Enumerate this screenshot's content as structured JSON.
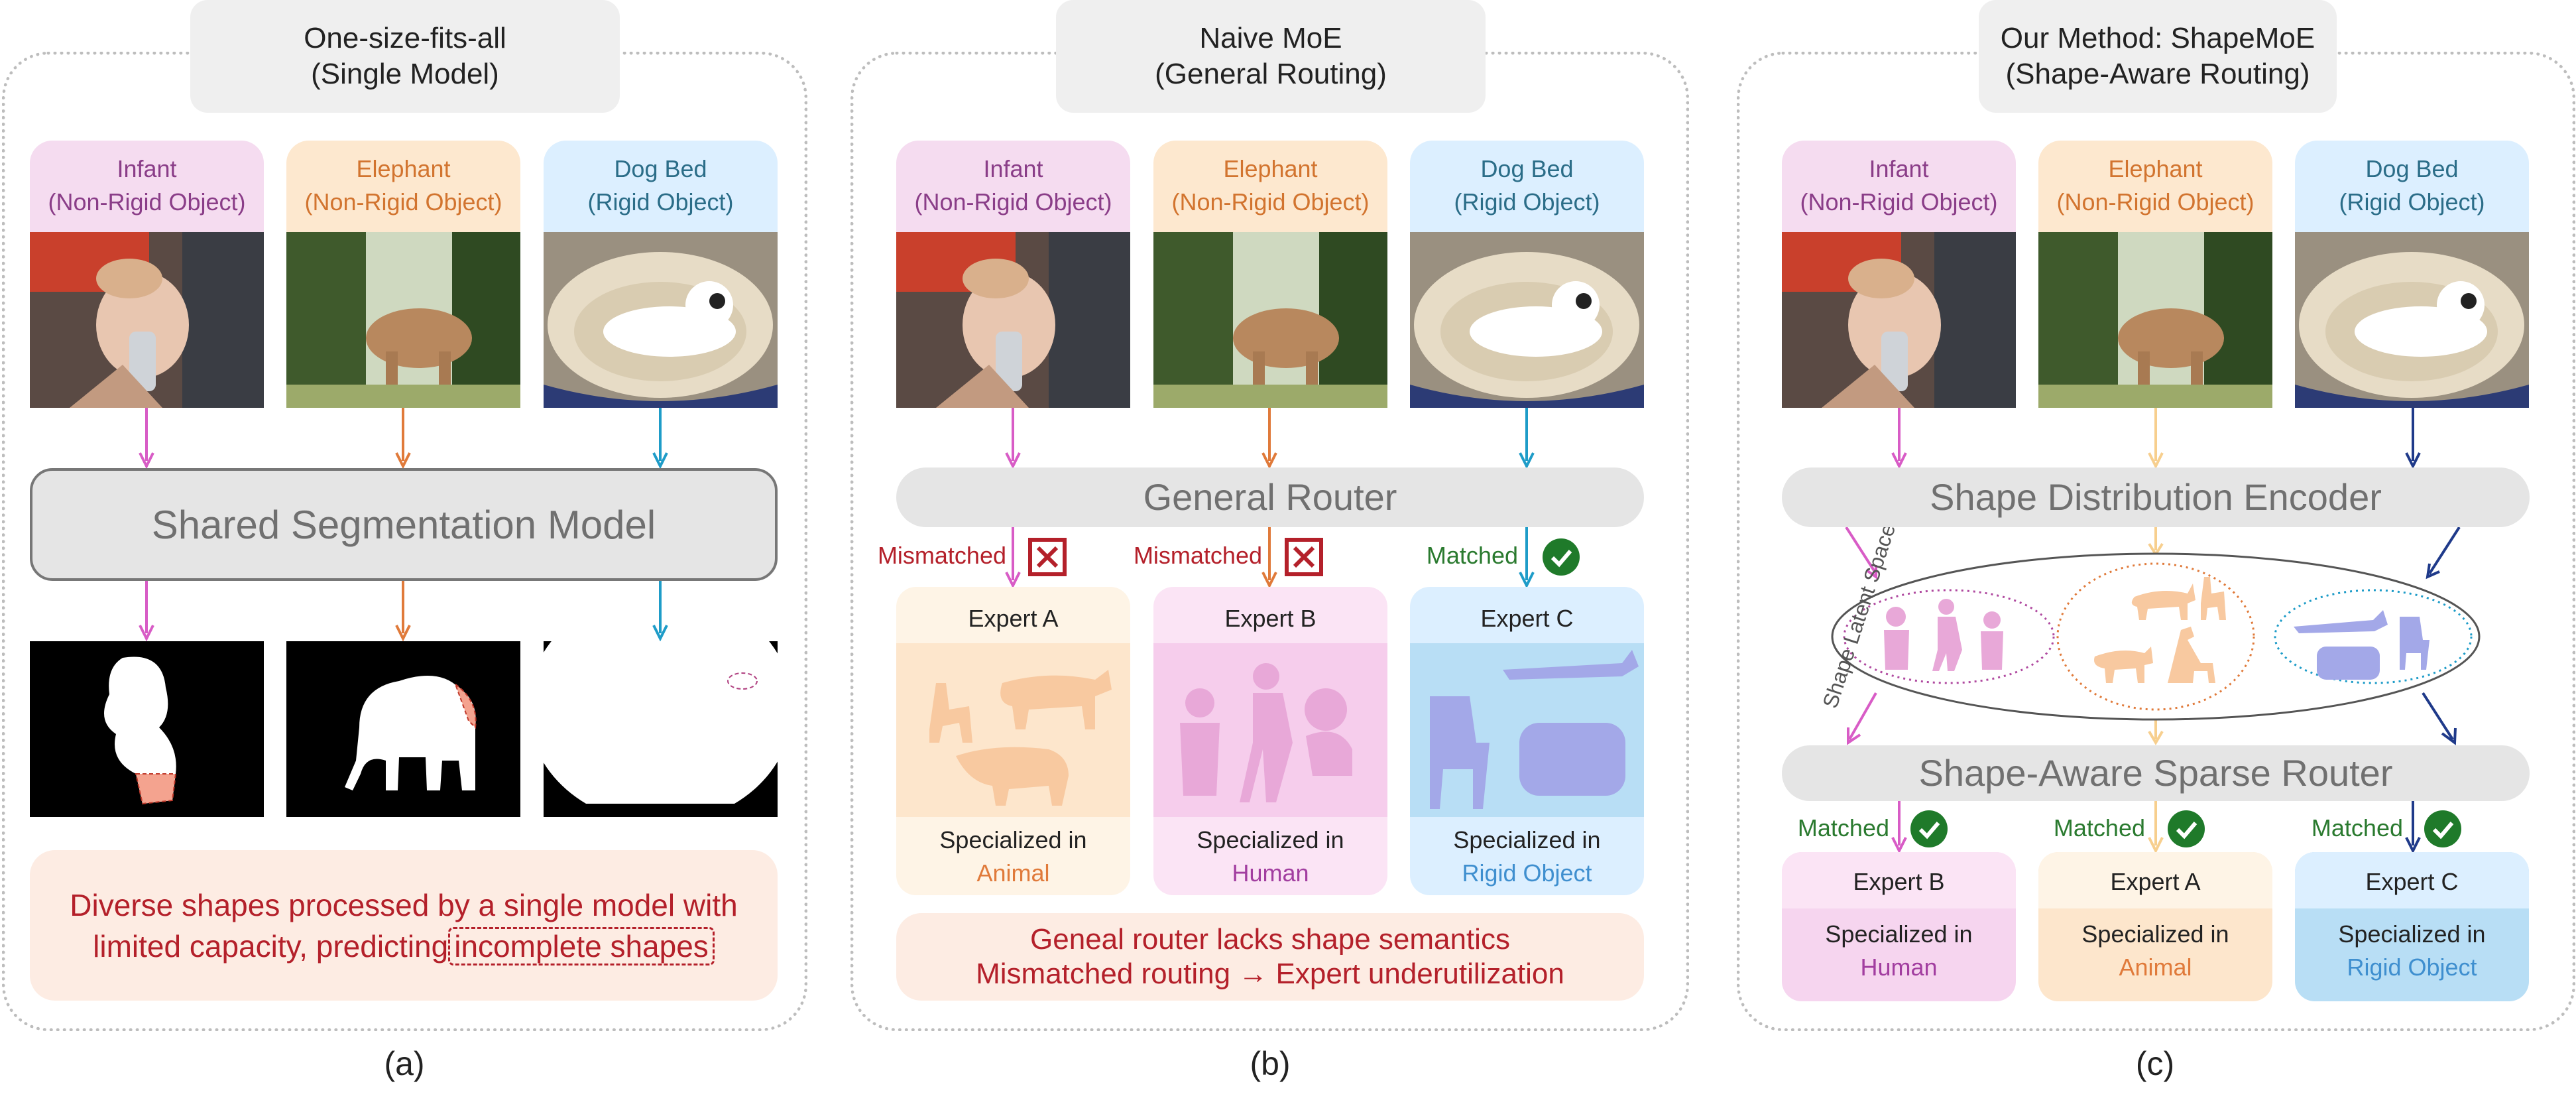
{
  "panels": {
    "a": {
      "header_line1": "One-size-fits-all",
      "header_line2": "(Single Model)",
      "caption": "(a)",
      "model_label": "Shared Segmentation Model",
      "note_line1": "Diverse shapes processed by a single model with",
      "note_line2_prefix": "limited capacity, predicting",
      "note_highlight": "incomplete shapes"
    },
    "b": {
      "header_line1": "Naive MoE",
      "header_line2": "(General Routing)",
      "caption": "(b)",
      "router_label": "General Router",
      "status": [
        "Mismatched",
        "Mismatched",
        "Matched"
      ],
      "note_line1": "Geneal router lacks shape semantics",
      "note_line2": "Mismatched routing → Expert underutilization"
    },
    "c": {
      "header_line1": "Our Method: ShapeMoE",
      "header_line2": "(Shape-Aware Routing)",
      "caption": "(c)",
      "encoder_label": "Shape Distribution Encoder",
      "latent_label": "Shape Latent Space",
      "router_label": "Shape-Aware Sparse Router",
      "status": [
        "Matched",
        "Matched",
        "Matched"
      ]
    }
  },
  "inputs": [
    {
      "name": "Infant",
      "type": "(Non-Rigid Object)"
    },
    {
      "name": "Elephant",
      "type": "(Non-Rigid Object)"
    },
    {
      "name": "Dog Bed",
      "type": "(Rigid Object)"
    }
  ],
  "experts_b": [
    {
      "title": "Expert A",
      "spec": "Specialized in",
      "domain": "Animal"
    },
    {
      "title": "Expert B",
      "spec": "Specialized in",
      "domain": "Human"
    },
    {
      "title": "Expert C",
      "spec": "Specialized in",
      "domain": "Rigid Object"
    }
  ],
  "experts_c": [
    {
      "title": "Expert B",
      "spec": "Specialized in",
      "domain": "Human"
    },
    {
      "title": "Expert A",
      "spec": "Specialized in",
      "domain": "Animal"
    },
    {
      "title": "Expert C",
      "spec": "Specialized in",
      "domain": "Rigid Object"
    }
  ],
  "colors": {
    "infant": "#d85cc6",
    "elephant": "#e07a3a",
    "dogbed": "#1e9cc8",
    "elephant_light": "#f7cf8e",
    "dogbed_dark": "#1f3a8a",
    "mismatch": "#b4202a",
    "match": "#1f7a2a"
  },
  "icons": [
    "cross-box-icon",
    "check-circle-icon",
    "arrow-down-icon"
  ]
}
